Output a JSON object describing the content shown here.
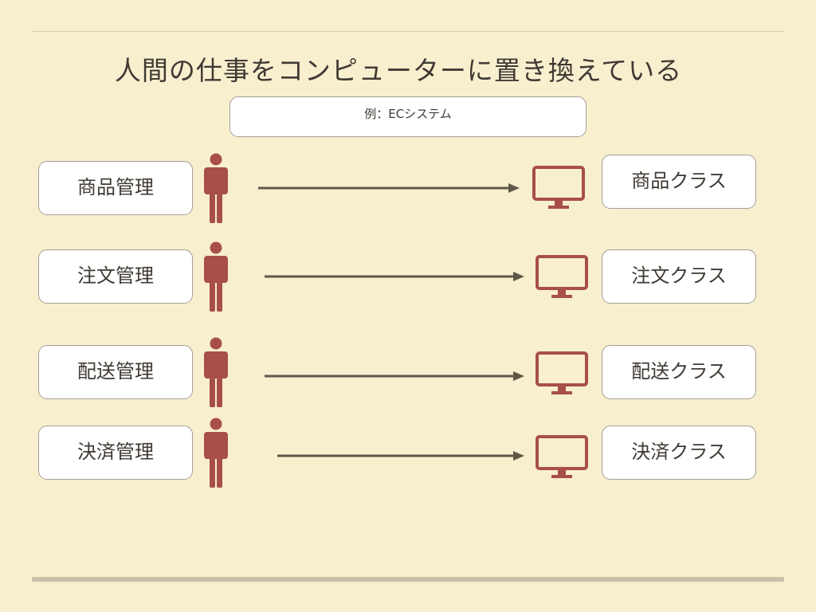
{
  "title": "人間の仕事をコンピューターに置き換えている",
  "example_label": "例：ECシステム",
  "colors": {
    "background": "#f8efcf",
    "icon": "#a84f4a",
    "arrow": "#5e5848",
    "box_border": "#a49f98"
  },
  "icons": {
    "person": "person-icon",
    "computer": "monitor-icon"
  },
  "rows": [
    {
      "left": "商品管理",
      "right": "商品クラス"
    },
    {
      "left": "注文管理",
      "right": "注文クラス"
    },
    {
      "left": "配送管理",
      "right": "配送クラス"
    },
    {
      "left": "決済管理",
      "right": "決済クラス"
    }
  ]
}
